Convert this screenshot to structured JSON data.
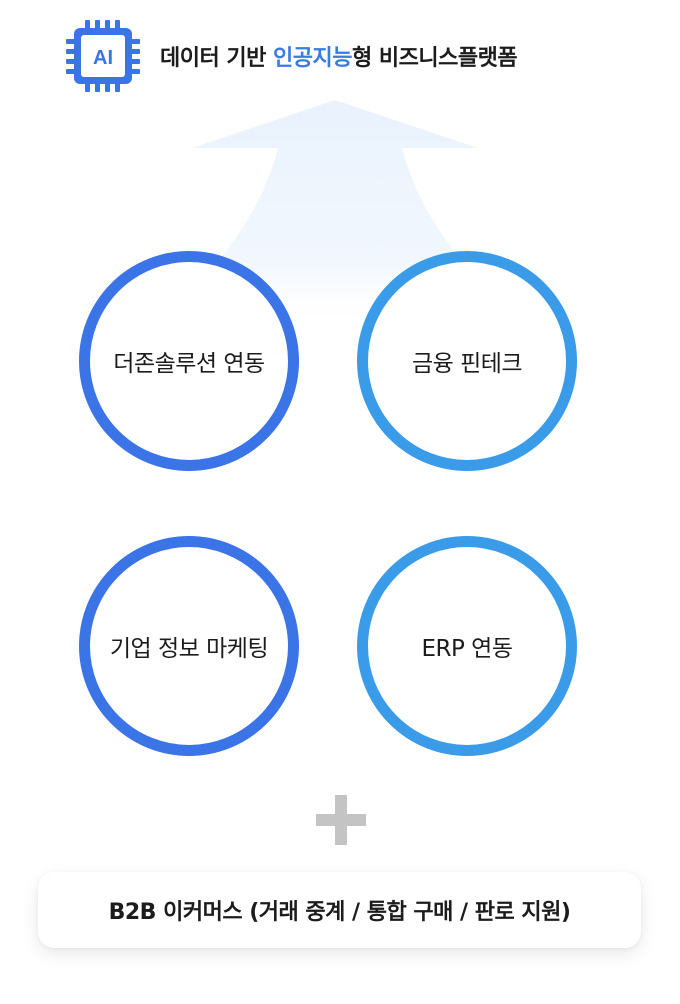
{
  "header": {
    "chip_label": "AI",
    "title_part1": "데이터 기반 ",
    "title_accent": "인공지능",
    "title_part2": "형 비즈니스플랫폼",
    "accent_color": "#3a7be0"
  },
  "circles": [
    {
      "label": "더존솔루션 연동",
      "color": "#3b74e6"
    },
    {
      "label": "금융 핀테크",
      "color": "#3a9be8"
    },
    {
      "label": "기업 정보 마케팅",
      "color": "#3b74e6"
    },
    {
      "label": "ERP 연동",
      "color": "#3a9be8"
    }
  ],
  "plus_icon": "plus-icon",
  "base": {
    "label": "B2B 이커머스 (거래 중계 / 통합 구매 / 판로 지원)"
  }
}
